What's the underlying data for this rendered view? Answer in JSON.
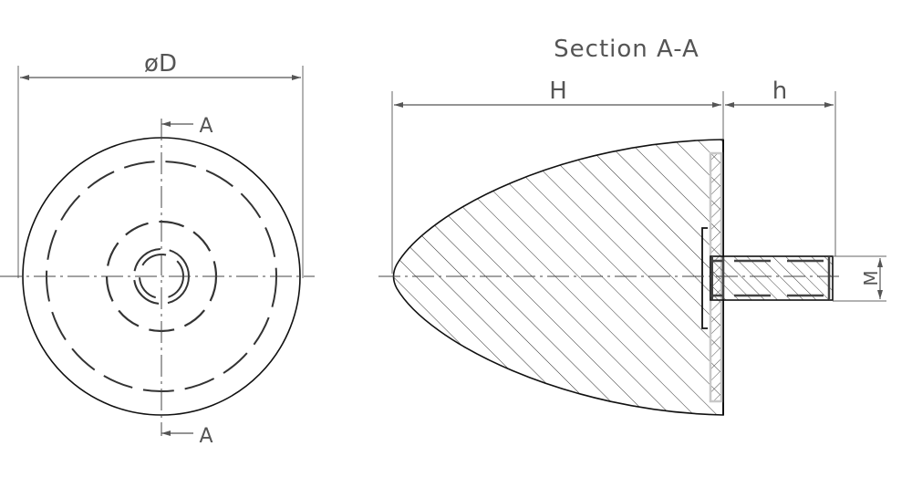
{
  "labels": {
    "diameter": "øD",
    "section_marker_top": "A",
    "section_marker_bottom": "A",
    "section_title": "Section  A-A",
    "height_H": "H",
    "height_h": "h",
    "thread_M": "M"
  },
  "colors": {
    "line": "#111111",
    "dim": "#555555",
    "plate": "#c8c8c8",
    "stud": "#444444"
  }
}
